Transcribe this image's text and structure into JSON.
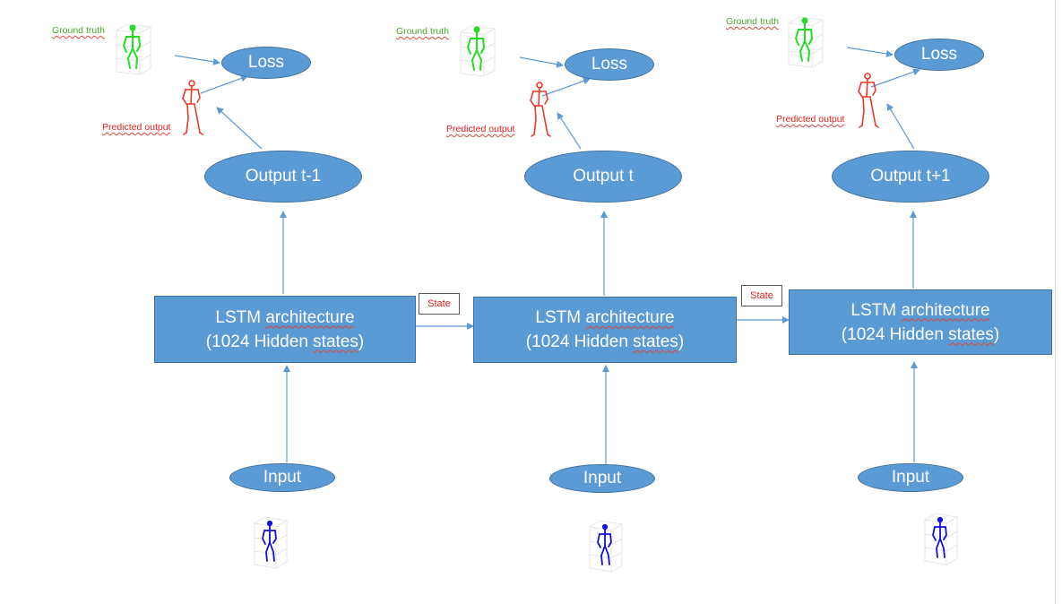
{
  "colors": {
    "node_fill": "#5b9bd5",
    "node_border": "#41719c",
    "arrow": "#5b9bd5",
    "ground_truth_pose": "#22dd22",
    "predicted_pose": "#e83a2a",
    "input_pose": "#1010dd",
    "state_text": "#e02020"
  },
  "steps": [
    {
      "ground_truth_label": "Ground truth",
      "loss_label": "Loss",
      "predicted_label": "Predicted output",
      "output_label": "Output t-1",
      "lstm_line1_prefix": "LSTM ",
      "lstm_line1_word": "architecture",
      "lstm_line2_prefix": "(1024 Hidden ",
      "lstm_line2_word": "states",
      "lstm_line2_suffix": ")",
      "input_label": "Input"
    },
    {
      "ground_truth_label": "Ground truth",
      "loss_label": "Loss",
      "predicted_label": "Predicted output",
      "output_label": "Output t",
      "lstm_line1_prefix": "LSTM ",
      "lstm_line1_word": "architecture",
      "lstm_line2_prefix": "(1024 Hidden ",
      "lstm_line2_word": "states",
      "lstm_line2_suffix": ")",
      "input_label": "Input"
    },
    {
      "ground_truth_label": "Ground truth",
      "loss_label": "Loss",
      "predicted_label": "Predicted output",
      "output_label": "Output t+1",
      "lstm_line1_prefix": "LSTM ",
      "lstm_line1_word": "architecture",
      "lstm_line2_prefix": "(1024 Hidden ",
      "lstm_line2_word": "states",
      "lstm_line2_suffix": ")",
      "input_label": "Input"
    }
  ],
  "state_labels": [
    "State",
    "State"
  ],
  "icons": {
    "ground_truth": "3d-skeleton-pose-green",
    "predicted": "skeleton-pose-red",
    "input": "3d-skeleton-pose-blue"
  }
}
